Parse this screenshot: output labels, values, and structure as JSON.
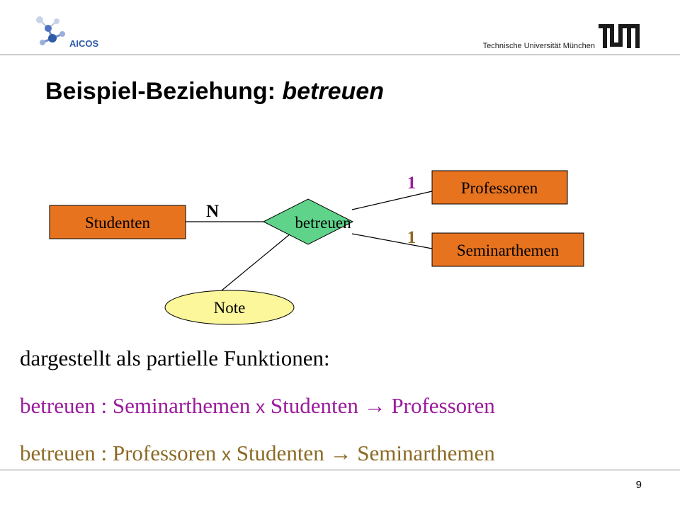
{
  "header": {
    "logo_text": "AICOS",
    "university": "Technische Universität München",
    "tum_logo_text": "TUM"
  },
  "title": {
    "prefix": "Beispiel-Beziehung: ",
    "relation": "betreuen"
  },
  "diagram": {
    "entities": {
      "studenten": "Studenten",
      "professoren": "Professoren",
      "seminarthemen": "Seminarthemen"
    },
    "relationship": "betreuen",
    "attribute": "Note",
    "cardinalities": {
      "studenten": "N",
      "professoren": "1",
      "seminarthemen": "1"
    }
  },
  "body": {
    "intro": "dargestellt als partielle Funktionen:",
    "function1": {
      "name": "betreuen",
      "colon": ":",
      "domain1": "Seminarthemen",
      "cross": "x",
      "domain2": "Studenten",
      "arrow": "→",
      "codomain": "Professoren"
    },
    "function2": {
      "name": "betreuen",
      "colon": ":",
      "domain1": "Professoren",
      "cross": "x",
      "domain2": "Studenten",
      "arrow": "→",
      "codomain": "Seminarthemen"
    }
  },
  "footer": {
    "page_number": "9"
  },
  "colors": {
    "entity_fill": "#e8731f",
    "relationship_fill": "#5fd38a",
    "attribute_fill": "#fbf79a",
    "function1_color": "#9b1c9b",
    "function2_color": "#8b6a24",
    "cardinality_one_color1": "#9b1c9b",
    "cardinality_one_color2": "#8b6a24",
    "aicos_blue": "#2f5aa8"
  }
}
